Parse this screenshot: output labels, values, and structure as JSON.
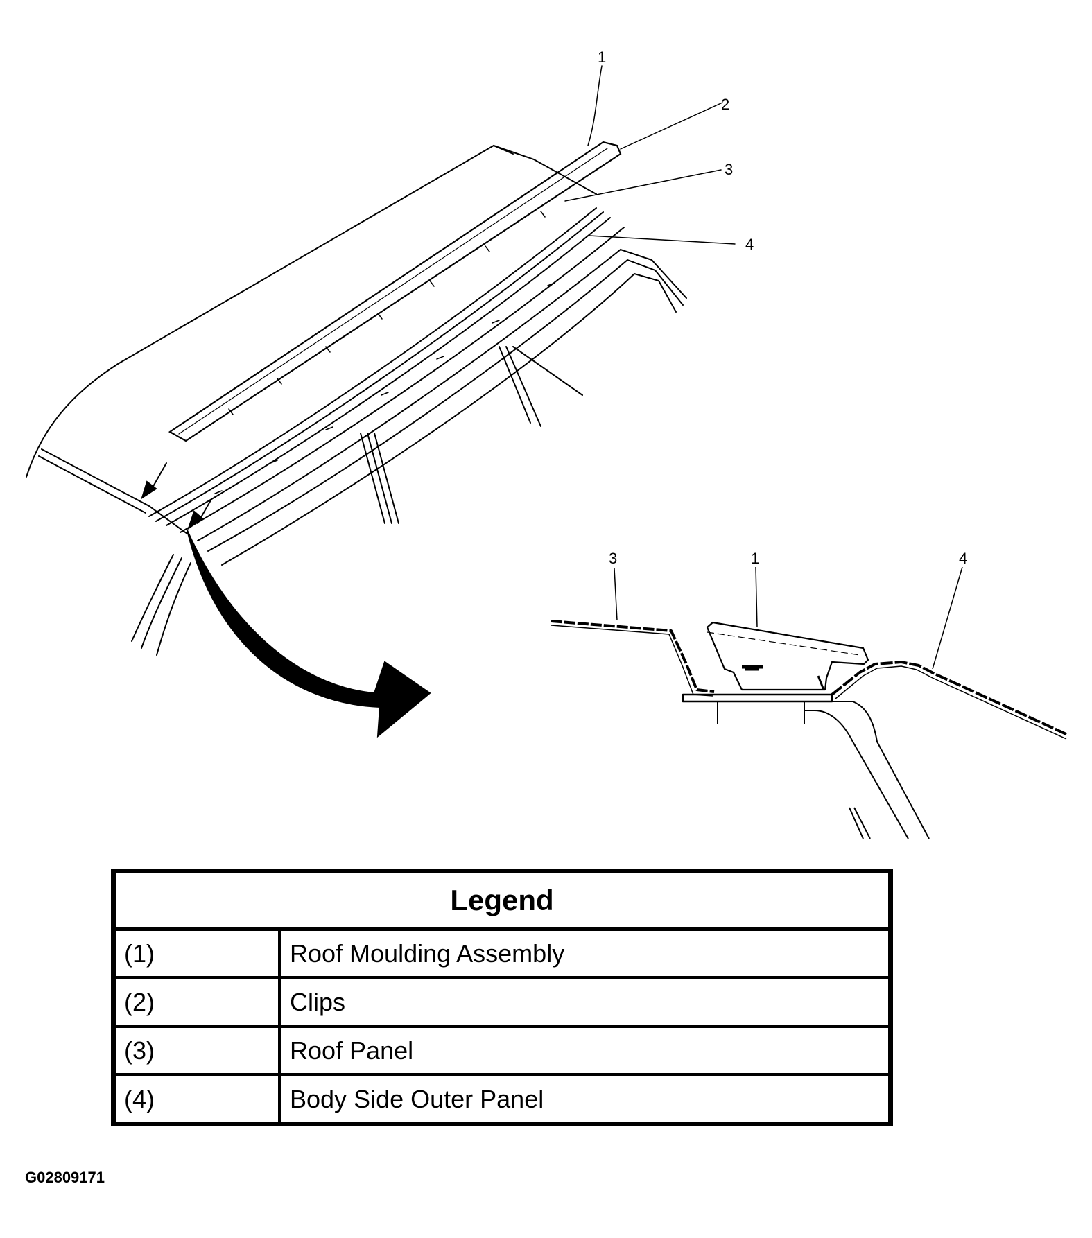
{
  "figure_id": "G02809171",
  "callouts": {
    "main_view": [
      "1",
      "2",
      "3",
      "4"
    ],
    "section_view": [
      "3",
      "1",
      "4"
    ]
  },
  "legend": {
    "title": "Legend",
    "rows": [
      {
        "key": "(1)",
        "label": "Roof Moulding Assembly"
      },
      {
        "key": "(2)",
        "label": "Clips"
      },
      {
        "key": "(3)",
        "label": "Roof Panel"
      },
      {
        "key": "(4)",
        "label": "Body Side Outer Panel"
      }
    ]
  }
}
